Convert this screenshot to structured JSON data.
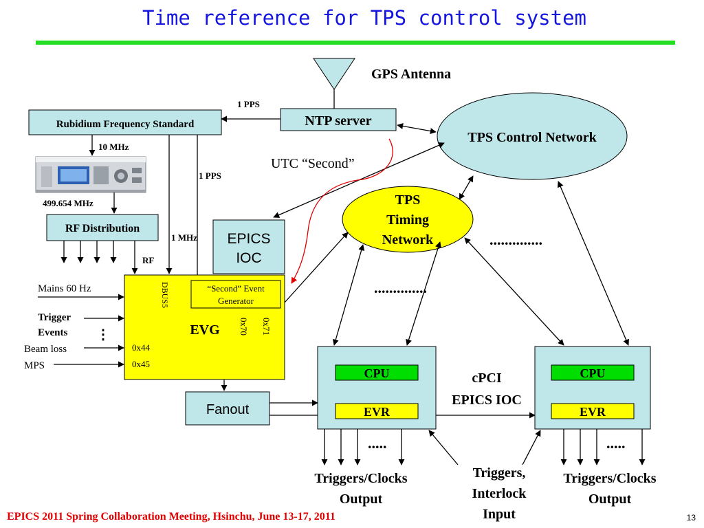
{
  "slide": {
    "title": "Time reference for TPS control system",
    "footer": "EPICS 2011 Spring Collaboration Meeting, Hsinchu, June 13-17, 2011",
    "page_number": "13"
  },
  "colors": {
    "title": "#1515e0",
    "title_rule": "#22dd22",
    "box_fill": "#bfe6e9",
    "evg_fill": "#ffff00",
    "cpu_fill": "#00dd00",
    "evr_fill": "#ffff00",
    "footer": "#e00000",
    "utc_line": "#e00000"
  },
  "labels": {
    "gps_antenna": "GPS Antenna",
    "pps_top": "1 PPS",
    "ntp_server": "NTP server",
    "rubidium": "Rubidium Frequency Standard",
    "mhz10": "10 MHz",
    "mhz499": "499.654 MHz",
    "pps_mid": "1 PPS",
    "rf_distribution": "RF Distribution",
    "mhz1": "1 MHz",
    "rf": "RF",
    "epics_ioc_line1": "EPICS",
    "epics_ioc_line2": "IOC",
    "tps_control_network": "TPS Control Network",
    "utc_second": "UTC “Second”",
    "tps_timing_line1": "TPS",
    "tps_timing_line2": "Timing",
    "tps_timing_line3": "Network",
    "dots_a": "..............",
    "dots_b": "..............",
    "mains": "Mains 60 Hz",
    "trigger_line1": "Trigger",
    "trigger_line2": "Events",
    "beam_loss": "Beam loss",
    "mps": "MPS",
    "evg": "EVG",
    "dbus5": "DBUS5",
    "second_event_line1": "“Second” Event",
    "second_event_line2": "Generator",
    "code_44": "0x44",
    "code_45": "0x45",
    "code_70": "0x70",
    "code_71": "0x71",
    "fanout": "Fanout",
    "cpu": "CPU",
    "evr": "EVR",
    "cpci_line1": "cPCI",
    "cpci_line2": "EPICS IOC",
    "dots_small": ".....",
    "trig_clk_line1": "Triggers/Clocks",
    "trig_clk_line2": "Output",
    "trig_int_line1": "Triggers,",
    "trig_int_line2": "Interlock",
    "trig_int_line3": "Input"
  }
}
